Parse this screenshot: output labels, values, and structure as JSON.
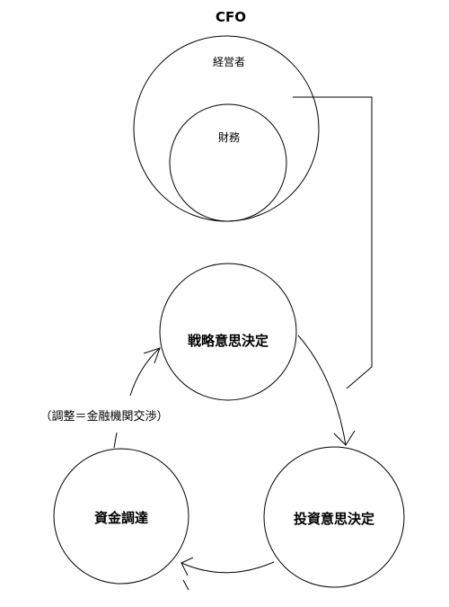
{
  "diagram": {
    "title": "CFO",
    "outer_circle_label": "経営者",
    "inner_circle_label": "財務",
    "cycle": {
      "strategy": "戦略意思決定",
      "investment": "投資意思決定",
      "financing": "資金調達"
    },
    "annotation": "（調整＝金融機関交渉）"
  }
}
